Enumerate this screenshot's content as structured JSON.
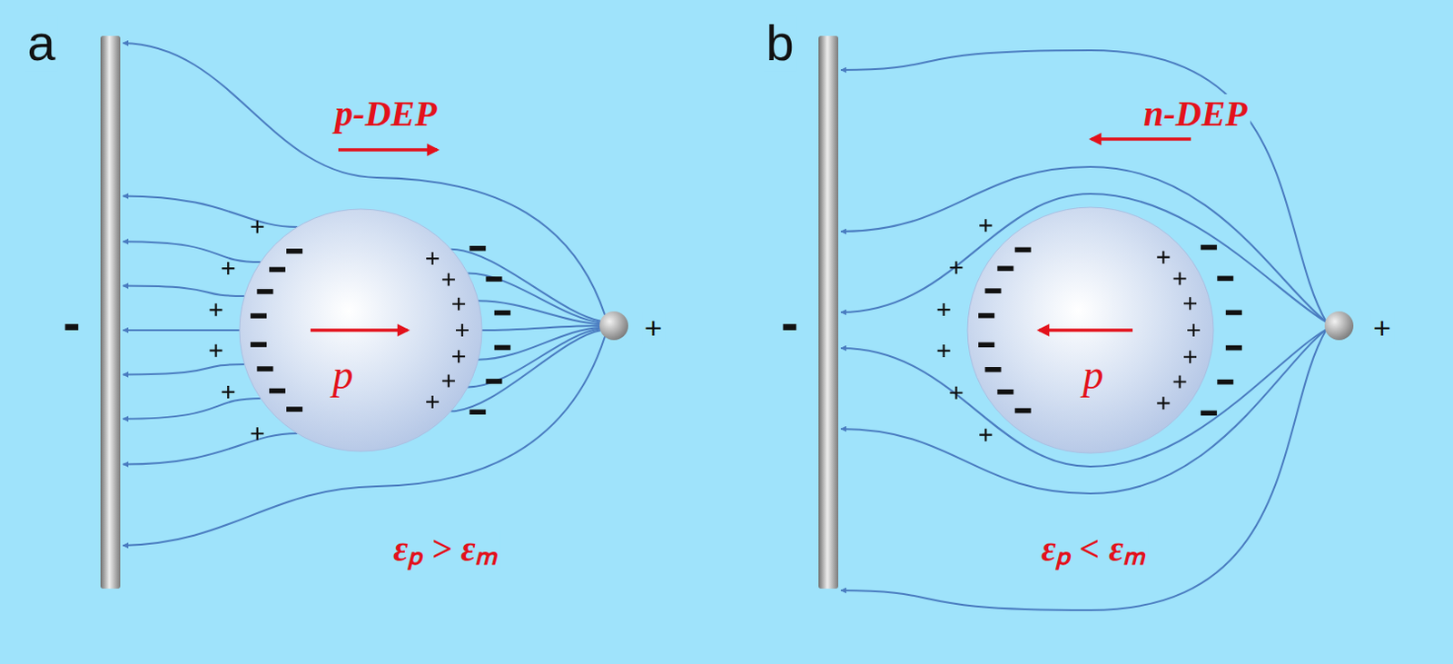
{
  "diagram": {
    "nodes": [
      {
        "text": [
          "p"
        ]
      },
      {
        "text": [
          "p"
        ]
      }
    ],
    "labels": [
      "a",
      "p-DEP",
      "-",
      "+",
      "εₚ > εₘ",
      "b",
      "n-DEP",
      "-",
      "+",
      "εₚ < εₘ"
    ]
  }
}
